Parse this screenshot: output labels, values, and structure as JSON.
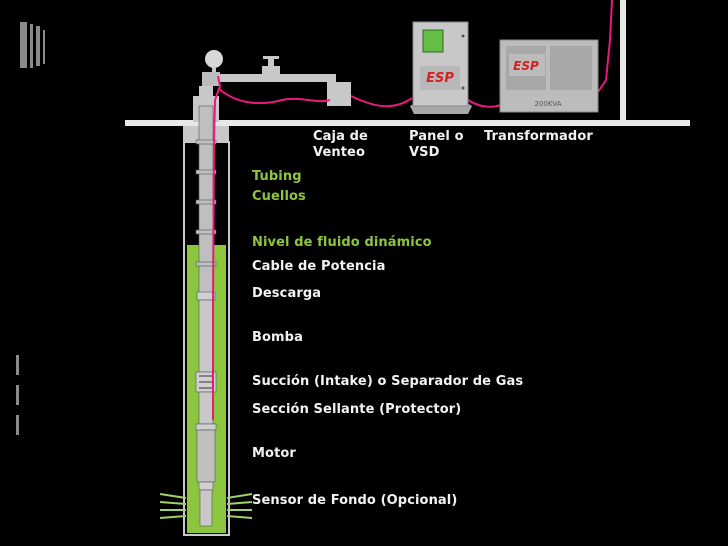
{
  "labels": {
    "caja_line1": "Caja de",
    "caja_line2": "Venteo",
    "panel_line1": "Panel o",
    "panel_line2": "VSD",
    "transformador": "Transformador",
    "tubing": "Tubing",
    "cuellos": "Cuellos",
    "nivel": "Nivel de fluido dinámico",
    "cable": "Cable de Potencia",
    "descarga": "Descarga",
    "bomba": "Bomba",
    "succion": "Succión (Intake) o Separador de Gas",
    "seccion": "Sección Sellante (Protector)",
    "motor": "Motor",
    "sensor": "Sensor de Fondo (Opcional)"
  },
  "equipment": {
    "panel_logo": "ESP",
    "transformer_logo": "ESP",
    "transformer_rating": "200KVA"
  },
  "colors": {
    "fluid": "#8cc63f",
    "cable": "#e8187c",
    "equipment": "#c8c8c8",
    "label_highlight": "#8cc63f",
    "logo_red": "#d42020"
  }
}
